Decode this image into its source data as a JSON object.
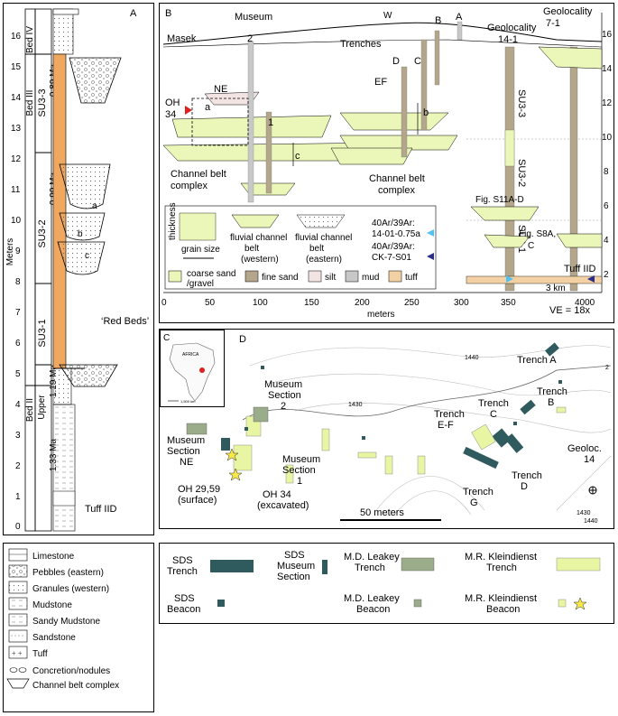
{
  "panel_a": {
    "letter": "A",
    "ylabel": "Meters",
    "yticks": [
      "0",
      "1",
      "2",
      "3",
      "4",
      "5",
      "6",
      "7",
      "8",
      "9",
      "10",
      "11",
      "12",
      "13",
      "14",
      "15",
      "16"
    ],
    "units": {
      "bed_iv": "Bed IV",
      "bed_iii": "Bed III",
      "bed_ii": "Bed II",
      "upper": "Upper",
      "su33": "SU3-3",
      "su32": "SU3-2",
      "su31": "SU3-1"
    },
    "ages": [
      "0.89 Ma",
      "0.99 Ma",
      "1.19 Ma",
      "1.33 Ma"
    ],
    "labels": {
      "red_beds": "‘Red Beds’",
      "tuff_iid": "Tuff IID",
      "a": "a",
      "b": "b",
      "c": "c"
    }
  },
  "legend_a": [
    {
      "label": "Limestone"
    },
    {
      "label": "Pebbles (eastern)"
    },
    {
      "label": "Granules (western)"
    },
    {
      "label": "Mudstone"
    },
    {
      "label": "Sandy Mudstone"
    },
    {
      "label": "Sandstone"
    },
    {
      "label": "Tuff"
    },
    {
      "label": "Concretion/nodules"
    },
    {
      "label": "Channel belt complex"
    }
  ],
  "panel_b": {
    "letter": "B",
    "xlabel": "meters",
    "xticks": [
      "0",
      "50",
      "100",
      "150",
      "200",
      "250",
      "300",
      "350",
      "4000"
    ],
    "yticks": [
      "2",
      "4",
      "6",
      "8",
      "10",
      "12",
      "14",
      "16"
    ],
    "labels": {
      "masek": "Masek",
      "museum": "Museum",
      "w": "W",
      "geolocality": "Geolocality",
      "g71": "7-1",
      "trenches": "Trenches",
      "b": "B",
      "a": "A",
      "d": "D",
      "c": "C",
      "ef": "EF",
      "geoloc141_1": "Geolocality",
      "geoloc141_2": "14-1",
      "su33": "SU3-3",
      "su32": "SU3-2",
      "su31": "SU3-1",
      "ne": "NE",
      "oh": "OH",
      "oh34": "34",
      "num2": "2",
      "num1": "1",
      "la": "a",
      "lb": "b",
      "lc": "c",
      "cbc_left_1": "Channel belt",
      "cbc_left_2": "complex",
      "cbc_right_1": "Channel belt",
      "cbc_right_2": "complex",
      "fig_s11": "Fig. S11A-D",
      "fig_s8_1": "Fig. S8A,",
      "fig_s8_2": "C",
      "tuff_iid": "Tuff IID",
      "km": "3 km",
      "ve": "VE = 18x"
    },
    "legend": {
      "thickness": "thickness",
      "grain_size": "grain size",
      "west_1": "fluvial channel",
      "west_2": "belt",
      "west_3": "(western)",
      "east_1": "fluvial channel",
      "east_2": "belt",
      "east_3": "(eastern)",
      "ar1_1": "40Ar/39Ar:",
      "ar1_2": "14-01-0.75a",
      "ar2_1": "40Ar/39Ar:",
      "ar2_2": "CK-7-S01",
      "coarse_1": "coarse sand",
      "coarse_2": "/gravel",
      "fine": "fine sand",
      "silt": "silt",
      "mud": "mud",
      "tuff": "tuff"
    },
    "colors": {
      "coarse": "#eaf7b8",
      "fine": "#b3a68a",
      "silt": "#f3e4e4",
      "mud": "#c8c8c8",
      "tuff": "#f3d1a4",
      "ar1": "#4fc3f7",
      "ar2": "#2a2e8a",
      "oh": "#e02020"
    }
  },
  "panel_c": {
    "letter": "C",
    "africa": "AFRICA",
    "scale": "1,500 km"
  },
  "panel_d": {
    "letter": "D",
    "contours": [
      "1440",
      "1430",
      "1430",
      "1440",
      "2"
    ],
    "labels": {
      "trench_a": "Trench A",
      "trench_b_1": "Trench",
      "trench_b_2": "B",
      "trench_c_1": "Trench",
      "trench_c_2": "C",
      "trench_ef_1": "Trench",
      "trench_ef_2": "E-F",
      "trench_d_1": "Trench",
      "trench_d_2": "D",
      "trench_g_1": "Trench",
      "trench_g_2": "G",
      "geoloc_1": "Geoloc.",
      "geoloc_2": "14",
      "ms2_1": "Museum",
      "ms2_2": "Section",
      "ms2_3": "2",
      "msne_1": "Museum",
      "msne_2": "Section",
      "msne_3": "NE",
      "ms1_1": "Museum",
      "ms1_2": "Section",
      "ms1_3": "1",
      "oh2959_1": "OH 29,59",
      "oh2959_2": "(surface)",
      "oh34_1": "OH 34",
      "oh34_2": "(excavated)",
      "scale": "50 meters"
    }
  },
  "legend_d": {
    "sds_trench_1": "SDS",
    "sds_trench_2": "Trench",
    "sds_museum_1": "SDS",
    "sds_museum_2": "Museum",
    "sds_museum_3": "Section",
    "mdl_trench_1": "M.D. Leakey",
    "mdl_trench_2": "Trench",
    "mrk_trench_1": "M.R. Kleindienst",
    "mrk_trench_2": "Trench",
    "sds_beacon_1": "SDS",
    "sds_beacon_2": "Beacon",
    "mdl_beacon_1": "M.D. Leakey",
    "mdl_beacon_2": "Beacon",
    "mrk_beacon_1": "M.R. Kleindienst",
    "mrk_beacon_2": "Beacon",
    "colors": {
      "sds": "#2f5a5e",
      "mdl": "#9aac8a",
      "mrk": "#e8f5a3",
      "star": "#f6e84a"
    }
  }
}
